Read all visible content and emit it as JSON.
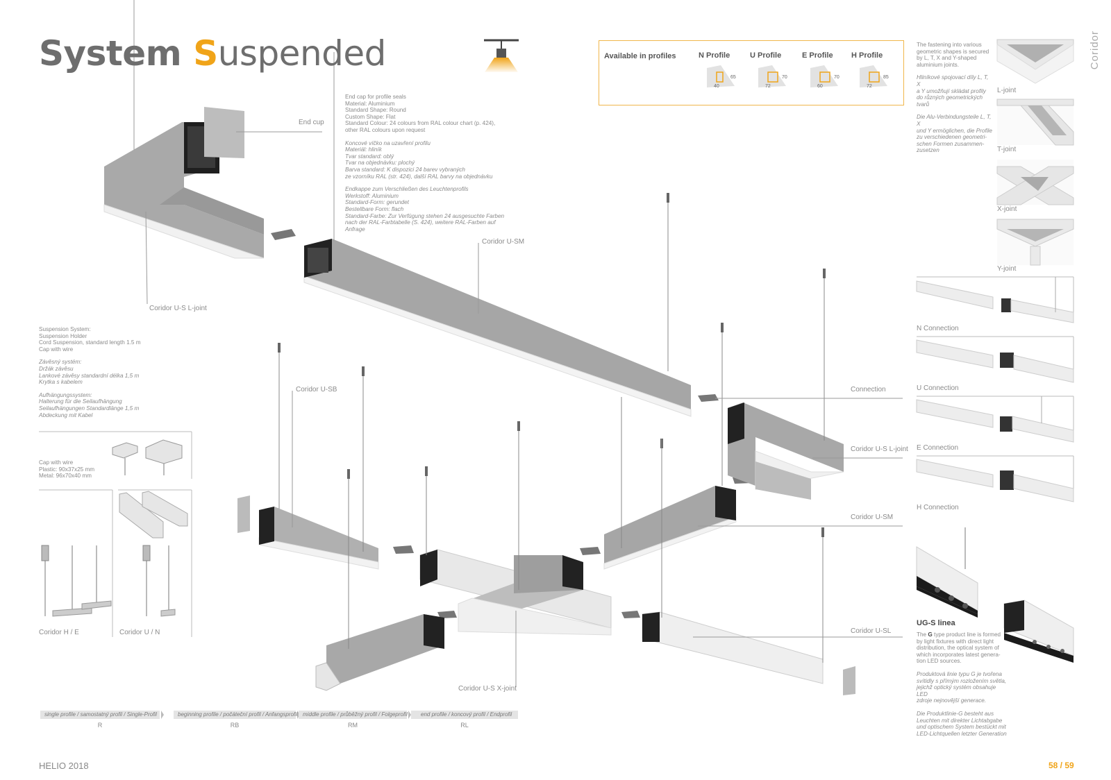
{
  "header": {
    "title_first": "System ",
    "title_accent": "S",
    "title_rest": "uspended"
  },
  "profiles": {
    "title": "Available in profiles",
    "items": [
      {
        "name": "N Profile",
        "h": "65",
        "w": "40"
      },
      {
        "name": "U Profile",
        "h": "70",
        "w": "72"
      },
      {
        "name": "E Profile",
        "h": "70",
        "w": "60"
      },
      {
        "name": "H Profile",
        "h": "85",
        "w": "72"
      }
    ]
  },
  "endcap_text": {
    "en": [
      "End cap for profile seals",
      "Material: Aluminium",
      "Standard Shape: Round",
      "Custom Shape: Flat",
      "Standard Colour: 24 colours from RAL colour chart (p. 424),",
      "other RAL colours upon request"
    ],
    "cz": [
      "Koncové víčko na uzavření profilu",
      "Materiál: hliník",
      "Tvar standard: oblý",
      "Tvar na objednávku: plochý",
      "Barva standard: K dispozici 24 barev vybraných",
      "ze vzorníku RAL (str. 424), další RAL barvy na objednávku"
    ],
    "de": [
      "Endkappe zum Verschließen des Leuchtenprofils",
      "Werkstoff: Aluminium",
      "Standard-Form: gerundet",
      "Bestellbare Form: flach",
      "Standard-Farbe: Zur Verfügung stehen 24 ausgesuchte Farben",
      "nach der RAL-Farbtabelle (S. 424), weitere RAL-Farben auf",
      "Anfrage"
    ]
  },
  "suspension_text": {
    "en": [
      "Suspension System:",
      "Suspension Holder",
      "Cord Suspension, standard length 1.5 m",
      "Cap with wire"
    ],
    "cz": [
      "Závěsný systém:",
      "Držák závěsu",
      "Lankové závěsy standardní délka 1,5 m",
      "Krytka s kabelem"
    ],
    "de": [
      "Aufhängungssystem:",
      "Halterung für die Seilaufhängung",
      "Seilaufhängungen Standardlänge 1,5 m",
      "Abdeckung mit Kabel"
    ]
  },
  "cap_text": [
    "Cap with wire",
    "Plastic: 90x37x25 mm",
    "Metal: 96x70x40 mm"
  ],
  "accessory_labels": {
    "he": "Coridor H / E",
    "un": "Coridor  U / N"
  },
  "diagram_labels": {
    "end_cup": "End cup",
    "us_ljoint": "Coridor U-S L-joint",
    "usm_top": "Coridor U-SM",
    "usb": "Coridor U-SB",
    "connection": "Connection",
    "us_ljoint_right": "Coridor U-S L-joint",
    "usm_right": "Coridor U-SM",
    "usl": "Coridor U-SL",
    "us_xjoint": "Coridor U-S X-joint"
  },
  "right_column": {
    "en": [
      "The fastening into various",
      "geometric shapes is secured",
      "by L, T, X and Y-shaped",
      "aluminium joints."
    ],
    "cz": [
      "Hliníkové spojovací díly L, T, X",
      "a Y umožňují skládat profily",
      "do různých geometrických",
      "tvarů"
    ],
    "de": [
      "Die Alu-Verbindungsteile L, T, X",
      "und Y ermöglichen, die Profile",
      "zu verschiedenen geometri-",
      "schen Formen zusammen-",
      "zusetzen"
    ],
    "joints": [
      "L-joint",
      "T-joint",
      "X-joint",
      "Y-joint"
    ],
    "connections": [
      "N Connection",
      "U Connection",
      "E Connection",
      "H Connection"
    ]
  },
  "ugs": {
    "title": "UG-S linea",
    "en_pre": "The ",
    "en_bold": "G",
    "en_post": [
      "type product line is formed",
      "by light fixtures with direct light",
      "distribution, the optical system of",
      "which incorporates latest genera-",
      "tion LED sources."
    ],
    "cz": [
      "Produktová linie typu G je tvořena",
      "svítidly s přímým rozložením světla,",
      "jejichž optický systém obsahuje LED",
      "zdroje nejnovější generace."
    ],
    "de": [
      "Die Produktlinie-G besteht aus",
      "Leuchten mit direkter Lichtabgabe",
      "und optischem System bestückt mit",
      "LED-Lichtquellen letzter Generation"
    ]
  },
  "legend": [
    {
      "label": "single profile / samostatný profil / Single-Profil",
      "code": "R"
    },
    {
      "label": "beginning profile / počáteční profil / Anfangsprofil",
      "code": "RB"
    },
    {
      "label": "middle profile / průběžný profil / Folgeprofil",
      "code": "RM"
    },
    {
      "label": "end profile / koncový profil / Endprofil",
      "code": "RL"
    }
  ],
  "footer": {
    "left": "HELIO 2018",
    "pages": "58 / 59",
    "side": "Coridor"
  },
  "colors": {
    "accent": "#f0a419",
    "profile_grey": "#a8a8a8",
    "light_face": "#f2f2f2"
  }
}
